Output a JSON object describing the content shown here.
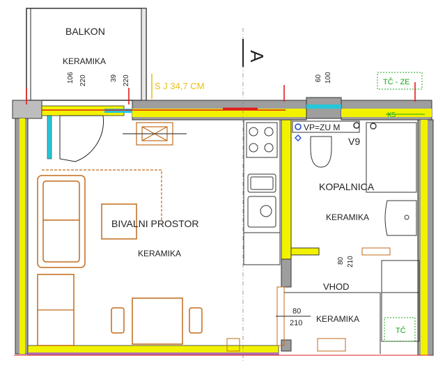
{
  "labels": {
    "balkon": "BALKON",
    "balkon_floor": "KERAMIKA",
    "dim_106": "106",
    "dim_220a": "220",
    "dim_39": "39",
    "dim_220b": "220",
    "section_mark": "A",
    "sj_note": "S J 34,7 CM",
    "dim_60": "60",
    "dim_100": "100",
    "tc_ze": "TČ - ZE",
    "k5": "K5",
    "vp_zu_m": "VP=ZU M",
    "v9": "V9",
    "kopalnica": "KOPALNICA",
    "kopalnica_floor": "KERAMIKA",
    "bivalni": "BIVALNI PROSTOR",
    "bivalni_floor": "KERAMIKA",
    "dim_80a": "80",
    "dim_210a": "210",
    "vhod": "VHOD",
    "dim_80b": "80",
    "dim_210b": "210",
    "vhod_floor": "KERAMIKA",
    "tc": "TČ"
  },
  "colors": {
    "wall": "#8a8a8a",
    "insulation": "#f2f200",
    "furniture": "#c06a1a",
    "red_marker": "#e21b1b",
    "green_label": "#1aa51a",
    "yellow_label": "#e6c21a",
    "cyan_window": "#25c7d9",
    "blue_fixture": "#1f4fd1"
  }
}
